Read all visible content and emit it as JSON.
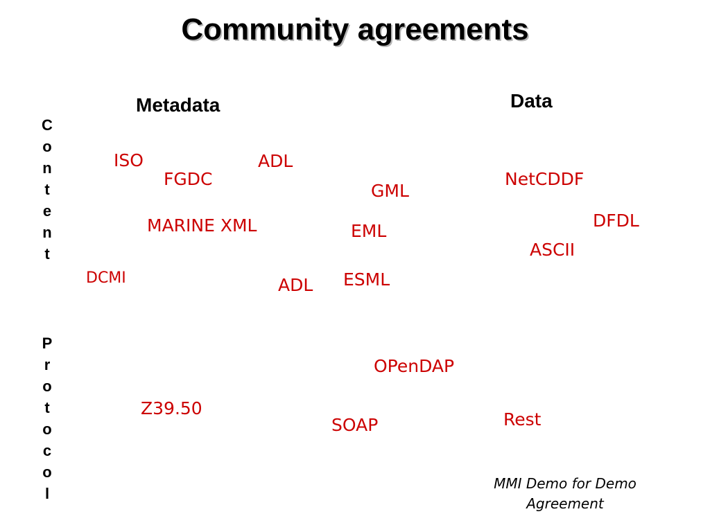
{
  "slide": {
    "title": "Community agreements",
    "column_headers": {
      "metadata": "Metadata",
      "data": "Data"
    },
    "row_labels": {
      "content": [
        "C",
        "o",
        "n",
        "t",
        "e",
        "n",
        "t"
      ],
      "protocol": [
        "P",
        "r",
        "o",
        "t",
        "o",
        "c",
        "o",
        "l"
      ]
    },
    "terms": {
      "iso": "ISO",
      "adl_top": "ADL",
      "fgdc": "FGDC",
      "netcddf": "NetCDDF",
      "gml": "GML",
      "dfdl": "DFDL",
      "marine_xml": "MARINE XML",
      "eml": "EML",
      "ascii": "ASCII",
      "dcmi": "DCMI",
      "esml": "ESML",
      "adl_bottom": "ADL",
      "opendap": "OPenDAP",
      "z3950": "Z39.50",
      "rest": "Rest",
      "soap": "SOAP"
    },
    "footnote": {
      "line1": "MMI Demo for Demo",
      "line2": "Agreement"
    },
    "colors": {
      "term_text": "#cc0000",
      "title_shadow": "#b5b5b5"
    }
  }
}
